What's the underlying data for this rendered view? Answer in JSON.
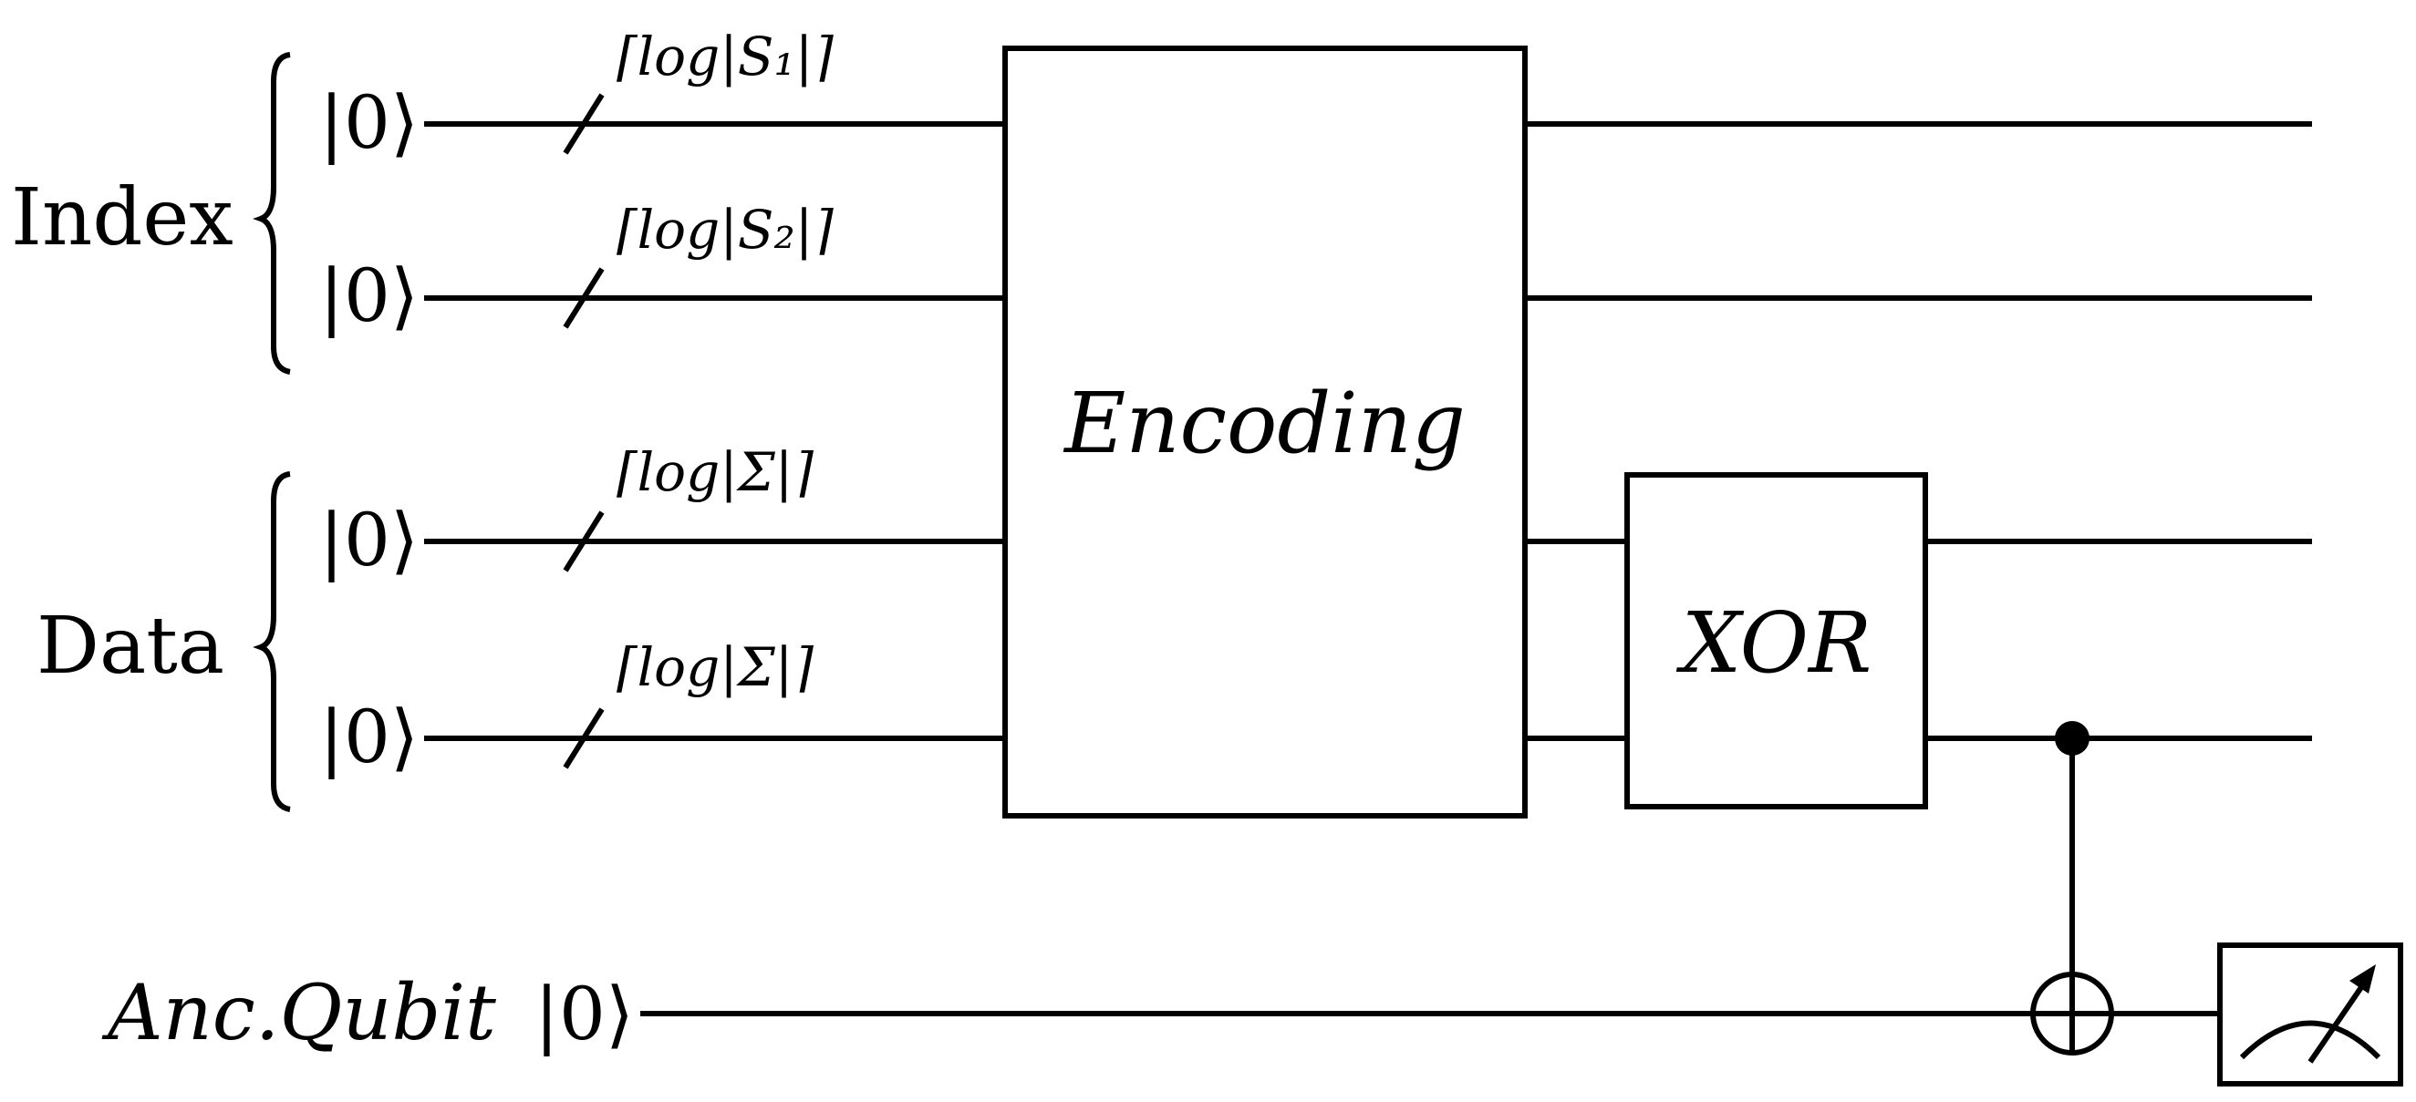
{
  "groups": {
    "index_label": "Index",
    "data_label": "Data"
  },
  "qubits": [
    {
      "ket": "|0⟩",
      "width_label": "⌈log|S₁|⌉"
    },
    {
      "ket": "|0⟩",
      "width_label": "⌈log|S₂|⌉"
    },
    {
      "ket": "|0⟩",
      "width_label": "⌈log|Σ|⌉"
    },
    {
      "ket": "|0⟩",
      "width_label": "⌈log|Σ|⌉"
    }
  ],
  "ancilla": {
    "label": "Anc.Qubit",
    "ket": "|0⟩"
  },
  "gates": {
    "encoding": "Encoding",
    "xor": "XOR"
  },
  "icons": {
    "measurement": "measurement-meter-icon",
    "control": "control-dot-icon",
    "target": "cnot-target-icon"
  },
  "colors": {
    "line": "#000000",
    "background": "#ffffff"
  }
}
